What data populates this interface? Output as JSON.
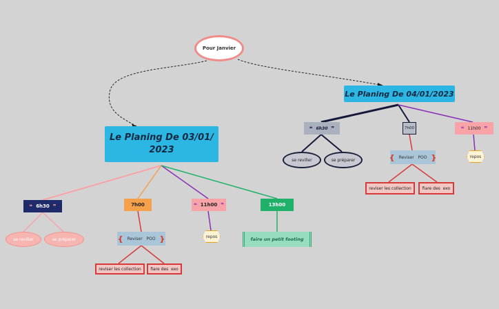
{
  "root": {
    "label": "Pour Janvier"
  },
  "plan_a": {
    "title_line1": "Le Planing De 03/01/",
    "title_line2": "2023",
    "times": [
      {
        "label": "6h30",
        "open_quote": "❝",
        "close_quote": "❞"
      },
      {
        "label": "7h00"
      },
      {
        "label": "11h00",
        "open_quote": "❝",
        "close_quote": "❞"
      },
      {
        "label": "13h00"
      }
    ],
    "wake": {
      "left": "se reviller",
      "right": "se préparer"
    },
    "study": {
      "label": "Reviser   POO",
      "left_bracket": "{",
      "right_bracket": "}"
    },
    "tasks": {
      "left": "reviser les collection",
      "right": "fiare des  exo"
    },
    "rest": "repos",
    "footing": "faire un petit footing"
  },
  "plan_b": {
    "title": "Le Planing De 04/01/2023",
    "times": [
      {
        "label": "6h30",
        "open_quote": "❝",
        "close_quote": "❞"
      },
      {
        "label": "7h00"
      },
      {
        "label": "11h00",
        "open_quote": "❝",
        "close_quote": "❞"
      }
    ],
    "wake": {
      "left": "se reviller",
      "right": "se préparer"
    },
    "study": {
      "label": "Reviser   POO",
      "left_bracket": "{",
      "right_bracket": "}"
    },
    "tasks": {
      "left": "reviser les collection",
      "right": "fiare des  exo"
    },
    "rest": "repos"
  },
  "colors": {
    "background": "#d3d3d3",
    "title_bg": "#2bb6e4",
    "navy": "#1f2a6b",
    "orange": "#f5a04a",
    "pink": "#f7a3a8",
    "green": "#1fb16a",
    "purple": "#8a2fb5",
    "salmon": "#f59a96",
    "dark": "#14183a"
  }
}
